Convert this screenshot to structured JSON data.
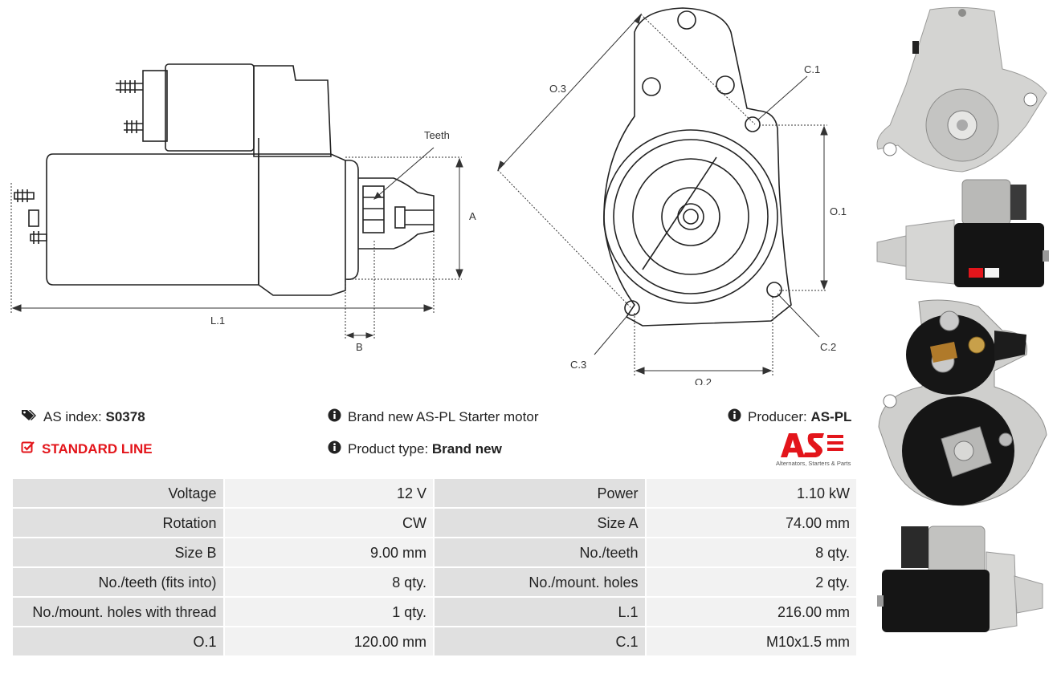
{
  "drawing_labels": {
    "teeth": "Teeth",
    "a": "A",
    "b": "B",
    "l1": "L.1",
    "o1": "O.1",
    "o2": "O.2",
    "o3": "O.3",
    "c1": "C.1",
    "c2": "C.2",
    "c3": "C.3"
  },
  "info": {
    "as_index_label": "AS index:",
    "as_index_value": "S0378",
    "line": "STANDARD LINE",
    "description": "Brand new AS-PL Starter motor",
    "product_type_label": "Product type:",
    "product_type_value": "Brand new",
    "producer_label": "Producer:",
    "producer_value": "AS-PL"
  },
  "logo": {
    "text": "AS",
    "tagline": "Alternators, Starters & Parts",
    "color": "#e3151b"
  },
  "specs": [
    [
      "Voltage",
      "12 V",
      "Power",
      "1.10 kW"
    ],
    [
      "Rotation",
      "CW",
      "Size A",
      "74.00 mm"
    ],
    [
      "Size B",
      "9.00 mm",
      "No./teeth",
      "8 qty."
    ],
    [
      "No./teeth (fits into)",
      "8 qty.",
      "No./mount. holes",
      "2 qty."
    ],
    [
      "No./mount. holes with thread",
      "1 qty.",
      "L.1",
      "216.00 mm"
    ],
    [
      "O.1",
      "120.00 mm",
      "C.1",
      "M10x1.5 mm"
    ]
  ],
  "colors": {
    "accent_red": "#e3151b",
    "label_cell": "#e0e0e0",
    "value_cell": "#f2f2f2"
  }
}
